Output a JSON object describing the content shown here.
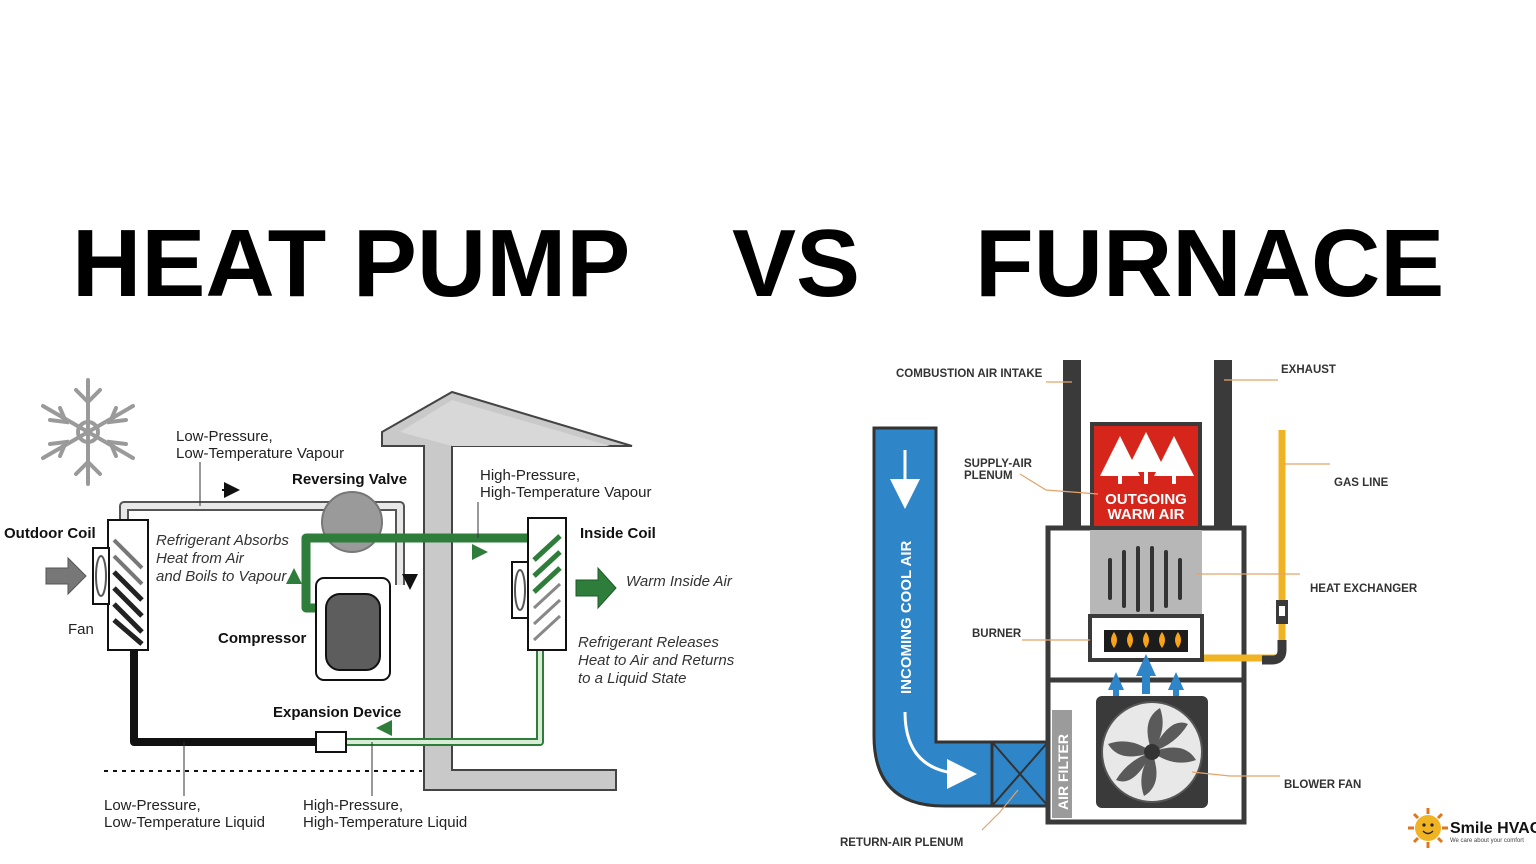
{
  "title": {
    "left": "HEAT PUMP",
    "middle": "VS",
    "right": "FURNACE"
  },
  "heat_pump": {
    "low_pressure_vapour": [
      "Low-Pressure,",
      "Low-Temperature Vapour"
    ],
    "reversing_valve": "Reversing Valve",
    "high_pressure_vapour": [
      "High-Pressure,",
      "High-Temperature Vapour"
    ],
    "outdoor_coil": "Outdoor Coil",
    "inside_coil": "Inside Coil",
    "absorbs": [
      "Refrigerant Absorbs",
      "Heat from Air",
      "and Boils to Vapour"
    ],
    "warm_inside_air": "Warm Inside Air",
    "fan": "Fan",
    "compressor": "Compressor",
    "releases": [
      "Refrigerant Releases",
      "Heat to Air and Returns",
      "to a Liquid State"
    ],
    "expansion_device": "Expansion Device",
    "low_pressure_liquid": [
      "Low-Pressure,",
      "Low-Temperature Liquid"
    ],
    "high_pressure_liquid": [
      "High-Pressure,",
      "High-Temperature Liquid"
    ]
  },
  "furnace": {
    "combustion_air_intake": "COMBUSTION AIR INTAKE",
    "exhaust": "EXHAUST",
    "supply_air_plenum": [
      "SUPPLY-AIR",
      "PLENUM"
    ],
    "outgoing_warm_air": [
      "OUTGOING",
      "WARM AIR"
    ],
    "gas_line": "GAS LINE",
    "incoming_cool_air": "INCOMING COOL AIR",
    "heat_exchanger": "HEAT EXCHANGER",
    "burner": "BURNER",
    "air_filter": "AIR FILTER",
    "blower_fan": "BLOWER FAN",
    "return_air_plenum": "RETURN-AIR PLENUM"
  },
  "logo": {
    "name": "Smile HVAC",
    "tagline": "We care about your comfort"
  },
  "colors": {
    "refrigerant_green": "#2f7d3a",
    "duct_blue": "#2e86c8",
    "warm_red": "#d6261c",
    "gas_yellow": "#f0b323",
    "furnace_dark": "#3a3a3a"
  }
}
